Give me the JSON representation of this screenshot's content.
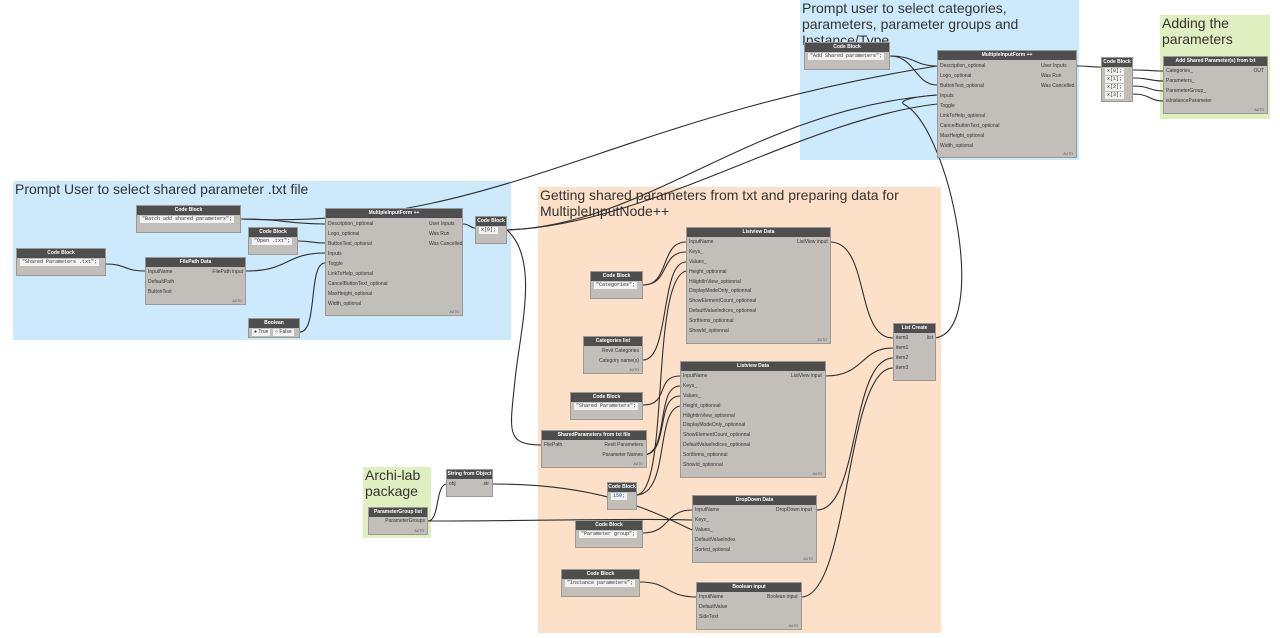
{
  "groups": {
    "shared_file": "Prompt User to select shared parameter .txt file",
    "categories_prompt": "Prompt user to select categories, parameters, parameter groups and Instance/Type",
    "adding": "Adding the parameters",
    "getting": "Getting shared parameters from txt and preparing data for MultipleInputNode++",
    "archilab": "Archi-lab package"
  },
  "nodes": {
    "cb_shared_txt": {
      "title": "Code Block",
      "code": "\"Shared Parameters .txt\";"
    },
    "cb_batch": {
      "title": "Code Block",
      "code": "\"Batch add shared parameters\";"
    },
    "cb_open": {
      "title": "Code Block",
      "code": "\"Open .txt\";"
    },
    "filepath": {
      "title": "FilePath Data",
      "inputs": [
        "InputName",
        "DefaultPath",
        "ButtonText"
      ],
      "output": "FilePath input"
    },
    "boolean": {
      "title": "Boolean",
      "true_label": "True",
      "false_label": "False"
    },
    "mif1": {
      "title": "MultipleInputForm ++",
      "inputs": [
        "Description_optional",
        "Logo_optional",
        "ButtonText_optional",
        "Inputs",
        "Toggle",
        "LinkToHelp_optional",
        "CancelButtonText_optional",
        "MaxHeight_optional",
        "Width_optional"
      ],
      "outputs": [
        "User Inputs",
        "Was Run",
        "Was Cancelled"
      ]
    },
    "cb_x0": {
      "title": "Code Block",
      "code": "x[0];"
    },
    "cb_add_shared": {
      "title": "Code Block",
      "code": "\"Add Shared parameters\";"
    },
    "mif2": {
      "title": "MultipleInputForm ++",
      "inputs": [
        "Description_optional",
        "Logo_optional",
        "ButtonText_optional",
        "Inputs",
        "Toggle",
        "LinkToHelp_optional",
        "CancelButtonText_optional",
        "MaxHeight_optional",
        "Width_optional"
      ],
      "outputs": [
        "User Inputs",
        "Was Run",
        "Was Cancelled"
      ]
    },
    "cb_indices": {
      "title": "Code Block",
      "lines": [
        "x[0];",
        "x[1];",
        "x[2];",
        "x[3];"
      ]
    },
    "add_shared": {
      "title": "Add Shared Parameter(s) from txt",
      "inputs": [
        "Categories_",
        "Parameters_",
        "ParameterGroup_",
        "isInstanceParameter"
      ],
      "output": "OUT"
    },
    "cb_categories": {
      "title": "Code Block",
      "code": "\"Categories\";"
    },
    "categories_list": {
      "title": "Categories list",
      "outputs": [
        "Revit Categories",
        "Category name(s)"
      ]
    },
    "listview1": {
      "title": "Listview Data",
      "inputs": [
        "InputName",
        "Keys_",
        "Values_",
        "Height_optionnal",
        "HilightInView_optionnal",
        "DisplayModeOnly_optionnal",
        "ShowElementCount_optionnal",
        "DefaultValueIndices_optionnal",
        "SortItems_optionnal",
        "ShowId_optionnal"
      ],
      "output": "ListView input"
    },
    "cb_shared_params": {
      "title": "Code Block",
      "code": "\"Shared Parameters\";"
    },
    "sp_from_txt": {
      "title": "SharedParameters from txt file",
      "input": "FilePath",
      "outputs": [
        "Revit Parameters",
        "Parameter Names"
      ]
    },
    "listview2": {
      "title": "Listview Data",
      "inputs": [
        "InputName",
        "Keys_",
        "Values_",
        "Height_optionnal",
        "HilightInView_optionnal",
        "DisplayModeOnly_optionnal",
        "ShowElementCount_optionnal",
        "DefaultValueIndices_optionnal",
        "SortItems_optionnal",
        "ShowId_optionnal"
      ],
      "output": "ListView input"
    },
    "list_create": {
      "title": "List Create",
      "inputs": [
        "item0",
        "item1",
        "item2",
        "item3"
      ],
      "output": "list"
    },
    "cb_150": {
      "title": "Code Block",
      "code": "150;"
    },
    "string_from_obj": {
      "title": "String from Object",
      "input": "obj",
      "output": "str"
    },
    "pg_list": {
      "title": "ParameterGroup list",
      "output": "ParameterGroups"
    },
    "cb_param_group": {
      "title": "Code Block",
      "code": "\"Parameter group\";"
    },
    "dropdown": {
      "title": "DropDown Data",
      "inputs": [
        "InputName",
        "Keys_",
        "Values_",
        "DefaultValueIndex",
        "Sorted_optional"
      ],
      "output": "DropDown input"
    },
    "cb_instance": {
      "title": "Code Block",
      "code": "\"Instance parameters\";"
    },
    "bool_input": {
      "title": "Boolean input",
      "inputs": [
        "InputName",
        "DefaultValue",
        "SideText"
      ],
      "output": "Boolean input"
    }
  },
  "auto_label": "AUTO",
  "colors": {
    "blue_group": "#cdeafc",
    "orange_group": "#fde0c8",
    "green_group": "#e0efc0",
    "node_body": "#c2bfbb",
    "node_header": "#4e4e4e",
    "wire": "#2e2e2e"
  }
}
